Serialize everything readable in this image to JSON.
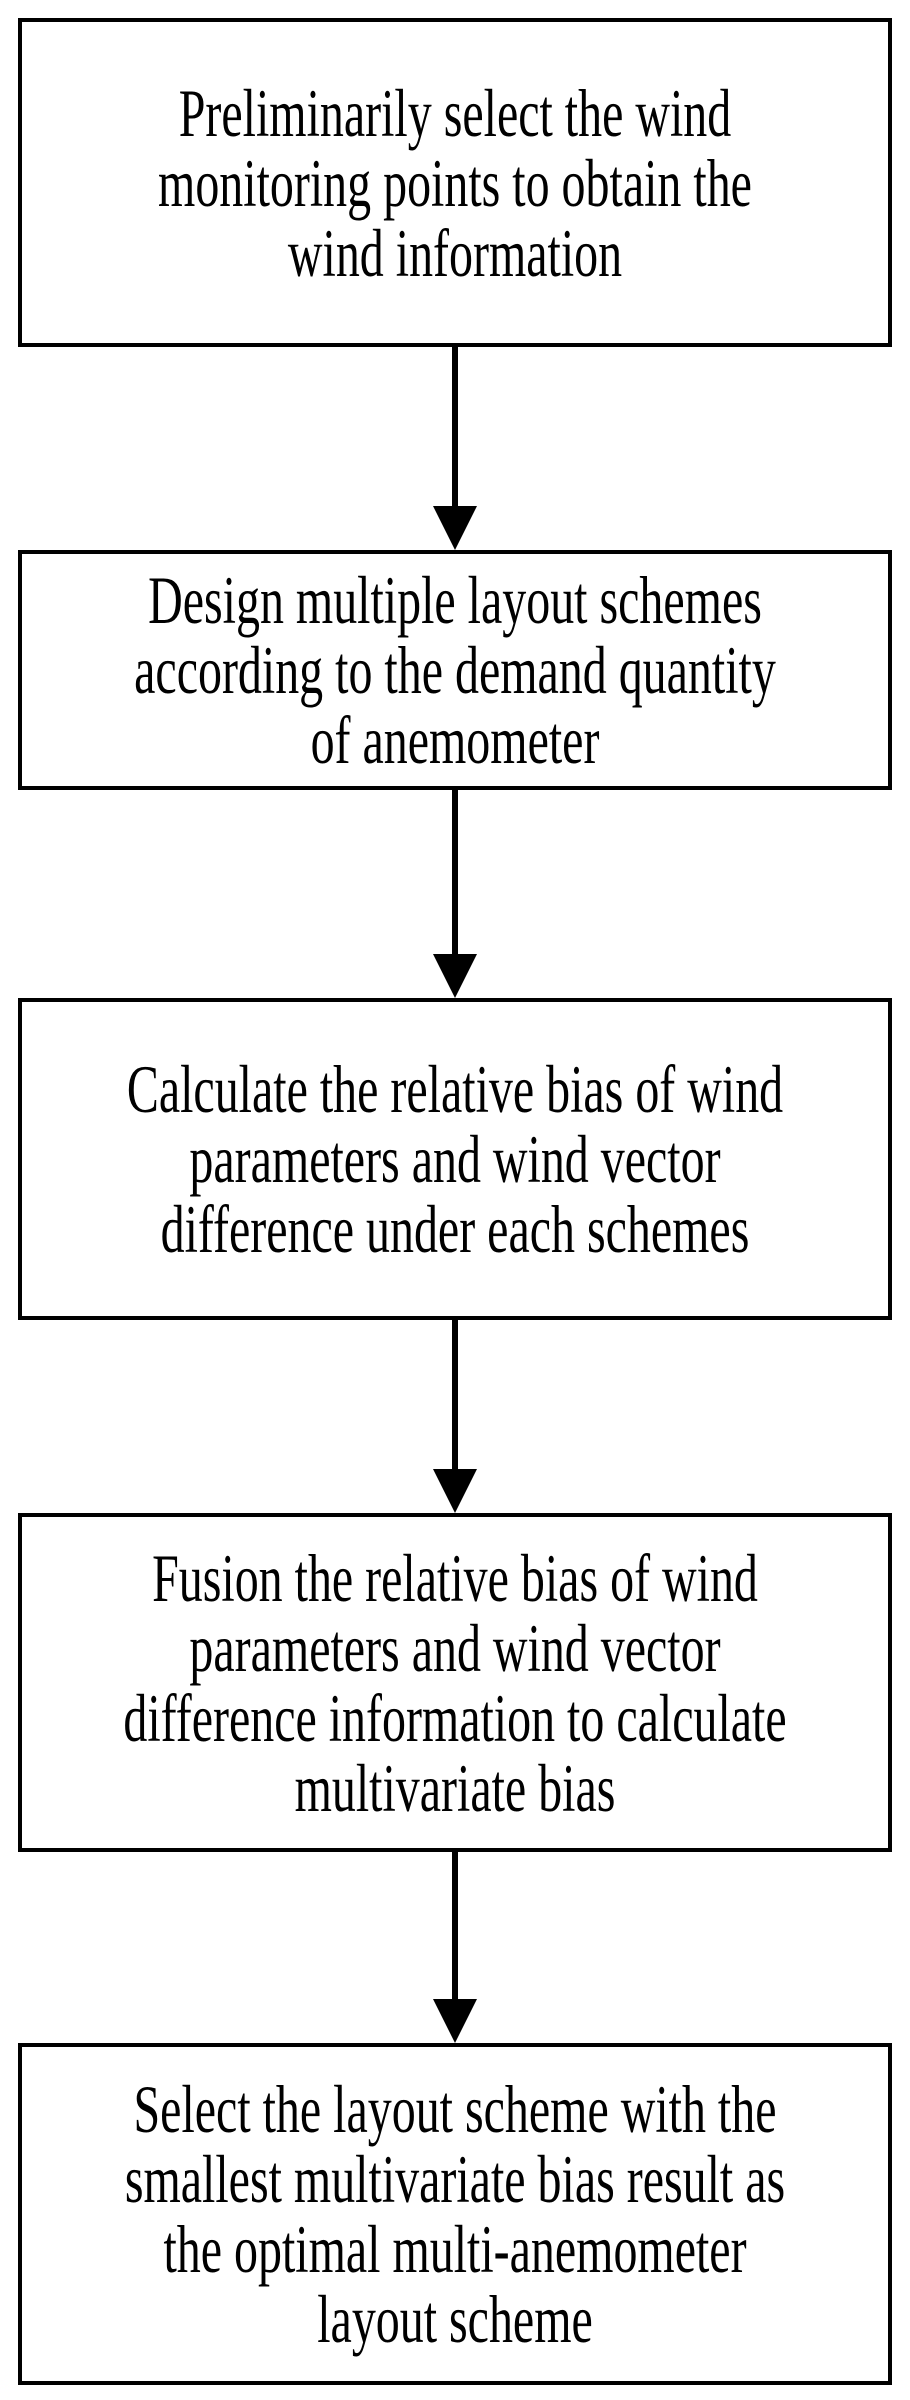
{
  "diagram": {
    "type": "flowchart",
    "direction": "top-down",
    "colors": {
      "background": "#ffffff",
      "box_fill": "#ffffff",
      "box_border": "#000000",
      "text": "#000000",
      "arrow": "#000000"
    },
    "steps": [
      {
        "id": 1,
        "lines": [
          "Preliminarily select the wind",
          "monitoring points to obtain the",
          "wind information"
        ],
        "text": "Preliminarily select the wind monitoring points to obtain the wind information"
      },
      {
        "id": 2,
        "lines": [
          "Design multiple layout schemes",
          "according to the demand quantity",
          "of anemometer"
        ],
        "text": "Design multiple layout schemes according to the demand quantity of anemometer"
      },
      {
        "id": 3,
        "lines": [
          "Calculate the relative bias of wind",
          "parameters and wind vector",
          "difference under each schemes"
        ],
        "text": "Calculate the relative bias of wind parameters and wind vector difference under each schemes"
      },
      {
        "id": 4,
        "lines": [
          "Fusion the relative bias of wind",
          "parameters and wind vector",
          "difference information to calculate",
          "multivariate bias"
        ],
        "text": "Fusion the relative bias of wind parameters and wind vector difference information to calculate multivariate bias"
      },
      {
        "id": 5,
        "lines": [
          "Select the layout scheme with the",
          "smallest multivariate bias result as",
          "the optimal multi-anemometer",
          "layout scheme"
        ],
        "text": "Select the layout scheme with the smallest multivariate bias result as the optimal multi-anemometer layout scheme"
      }
    ],
    "connectors": [
      {
        "from": 1,
        "to": 2,
        "style": "solid-line-filled-arrowhead"
      },
      {
        "from": 2,
        "to": 3,
        "style": "solid-line-filled-arrowhead"
      },
      {
        "from": 3,
        "to": 4,
        "style": "solid-line-filled-arrowhead"
      },
      {
        "from": 4,
        "to": 5,
        "style": "solid-line-filled-arrowhead"
      }
    ]
  }
}
